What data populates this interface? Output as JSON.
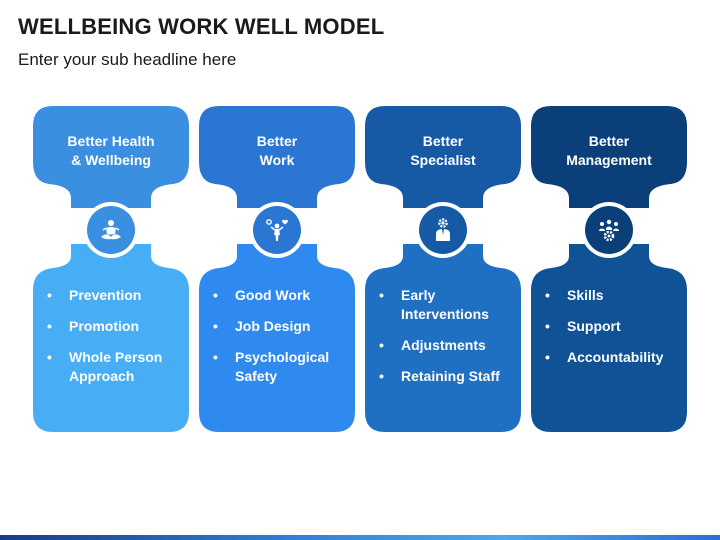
{
  "title": "WELLBEING WORK WELL MODEL",
  "subtitle": "Enter your sub headline here",
  "columns": [
    {
      "header_lines": [
        "Better Health",
        "& Wellbeing"
      ],
      "icon": "meditation-person-icon",
      "header_color": "#3a8fe0",
      "body_color": "#47aef6",
      "icon_color": "#3a8fe0",
      "bullets": [
        "Prevention",
        "Promotion",
        "Whole Person Approach"
      ]
    },
    {
      "header_lines": [
        "Better",
        "Work"
      ],
      "icon": "person-ideas-icon",
      "header_color": "#2a76d2",
      "body_color": "#2f8af0",
      "icon_color": "#2a76d2",
      "bullets": [
        "Good Work",
        "Job Design",
        "Psychological Safety"
      ]
    },
    {
      "header_lines": [
        "Better",
        "Specialist"
      ],
      "icon": "specialist-icon",
      "header_color": "#165aa6",
      "body_color": "#1f6fc2",
      "icon_color": "#165aa6",
      "bullets": [
        "Early Interventions",
        "Adjustments",
        "Retaining Staff"
      ]
    },
    {
      "header_lines": [
        "Better",
        "Management"
      ],
      "icon": "team-gear-icon",
      "header_color": "#0b3f79",
      "body_color": "#0f5396",
      "icon_color": "#0b3f79",
      "bullets": [
        "Skills",
        "Support",
        "Accountability"
      ]
    }
  ]
}
